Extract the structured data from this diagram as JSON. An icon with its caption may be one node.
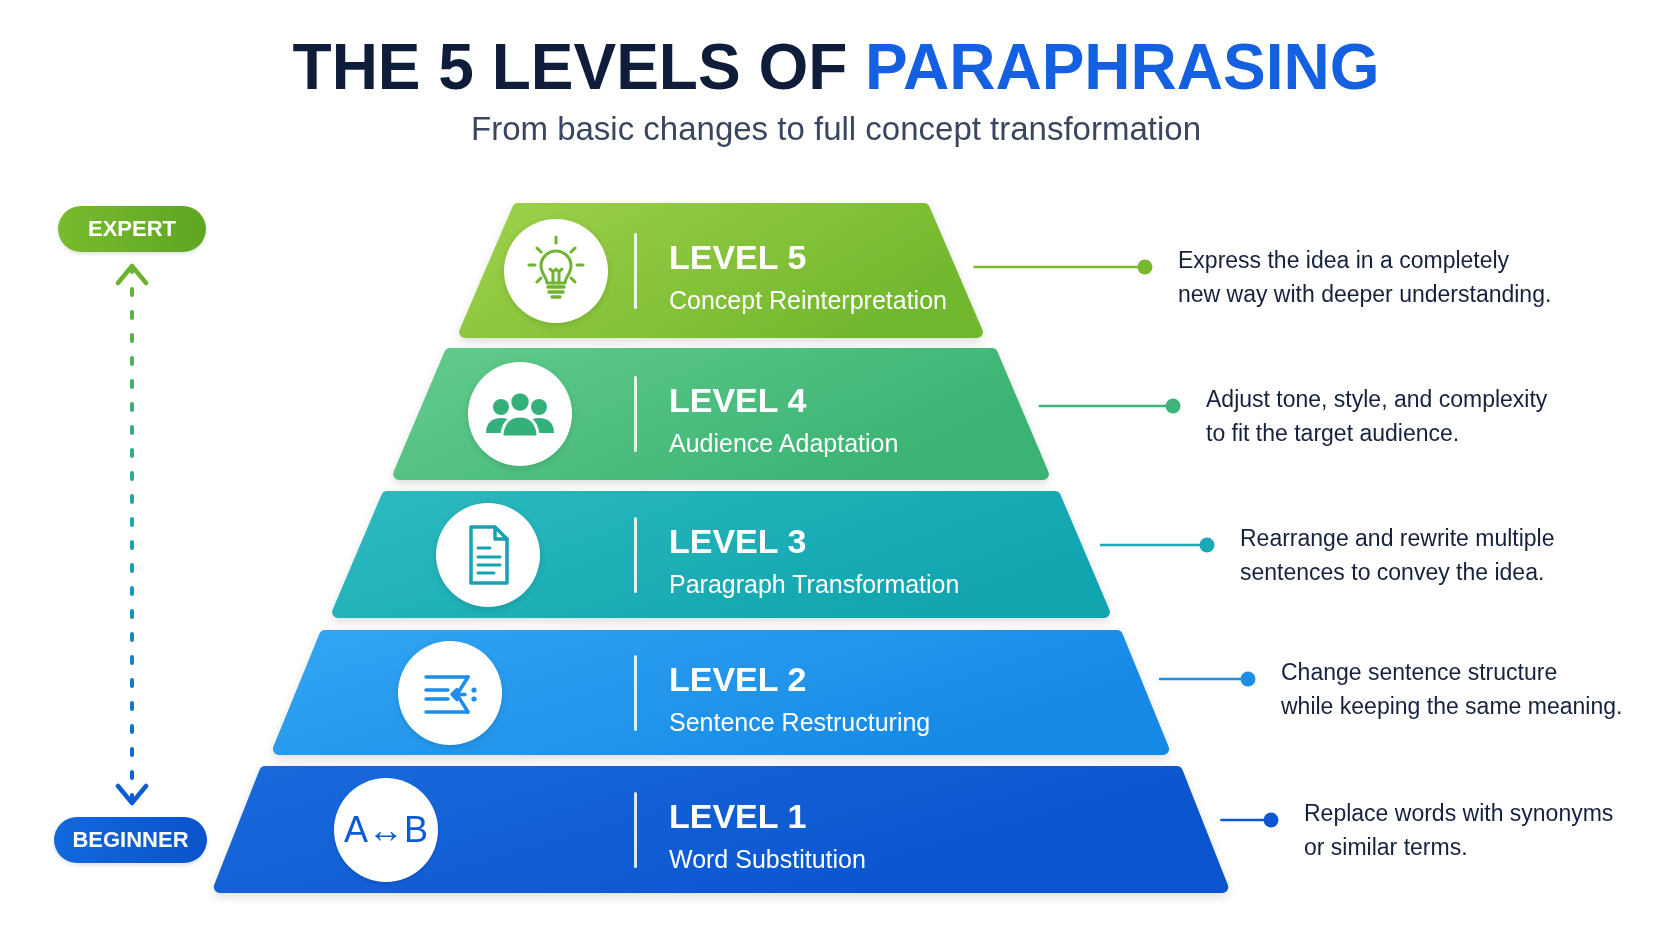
{
  "diagram": {
    "title": "THE 5 LEVELS OF PARAPHRASING",
    "nodes": [
      {
        "text": [
          "EXPERT"
        ]
      },
      {
        "text": [
          "LEVEL 5",
          "Concept Reinterpretation"
        ]
      },
      {
        "text": [
          "Express the idea in a completely new way with deeper understanding."
        ]
      },
      {
        "text": [
          "LEVEL 4",
          "Audience Adaptation"
        ]
      },
      {
        "text": [
          "Adjust tone, style, and complexity to fit the target audience."
        ]
      },
      {
        "text": [
          "LEVEL 3",
          "Paragraph Transformation"
        ]
      },
      {
        "text": [
          "Rearrange and rewrite multiple sentences to convey the idea."
        ]
      },
      {
        "text": [
          "LEVEL 2",
          "Sentence Restructuring"
        ]
      },
      {
        "text": [
          "Change sentence structure while keeping the same meaning."
        ]
      },
      {
        "text": [
          "BEGINNER"
        ]
      },
      {
        "text": [
          "LEVEL 1",
          "Word Substitution"
        ]
      },
      {
        "text": [
          "Replace words with synonyms or similar terms."
        ]
      }
    ],
    "edges": [
      {
        "from": 0,
        "to": 9,
        "arrow": "both",
        "style": "dashed"
      },
      {
        "from": 1,
        "to": 2,
        "arrow": "other",
        "color": "#76b82a"
      },
      {
        "from": 3,
        "to": 4,
        "arrow": "other",
        "color": "#3db37a"
      },
      {
        "from": 5,
        "to": 6,
        "arrow": "other",
        "color": "#1aa9b5"
      },
      {
        "from": 7,
        "to": 8,
        "arrow": "other",
        "color": "#1e8fe6"
      },
      {
        "from": 10,
        "to": 11,
        "arrow": "other",
        "color": "#0d57cf"
      }
    ],
    "labels": [
      "From basic changes to full concept transformation",
      "A↔B"
    ]
  }
}
